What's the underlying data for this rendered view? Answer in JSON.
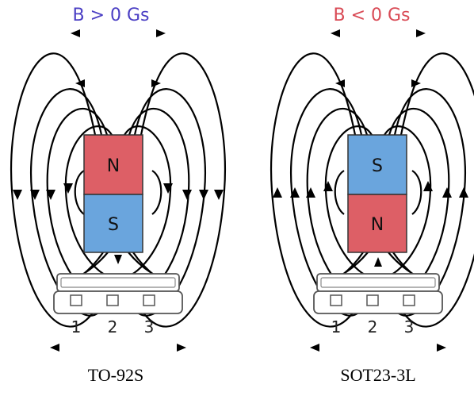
{
  "panels": [
    {
      "condition": "B > 0 Gs",
      "condition_color": "#4b3fc4",
      "top_pole": "N",
      "bottom_pole": "S",
      "field_direction": "downward",
      "pins": [
        "1",
        "2",
        "3"
      ],
      "caption": "TO-92S"
    },
    {
      "condition": "B < 0 Gs",
      "condition_color": "#d94a55",
      "top_pole": "S",
      "bottom_pole": "N",
      "field_direction": "upward",
      "pins": [
        "1",
        "2",
        "3"
      ],
      "caption": "SOT23-3L"
    }
  ],
  "colors": {
    "north": "#dd5f66",
    "south": "#6aa5dd",
    "lines": "#000000"
  }
}
